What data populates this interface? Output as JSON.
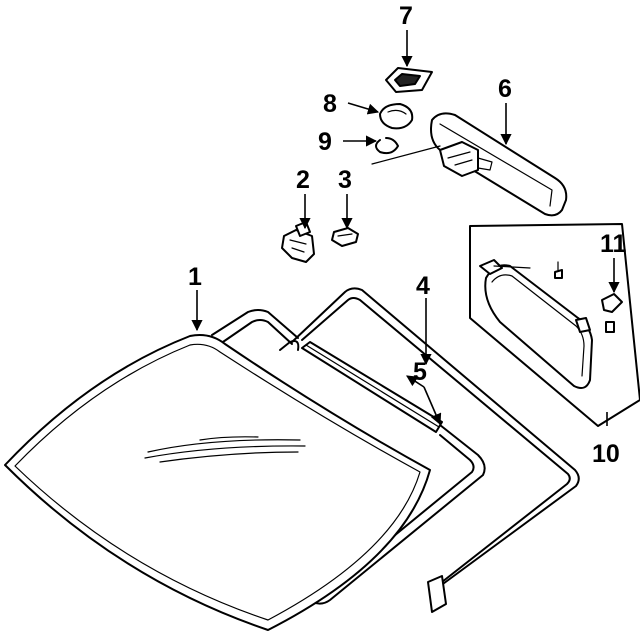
{
  "diagram": {
    "callouts": [
      {
        "id": "1",
        "text": "1",
        "part": "windshield glass"
      },
      {
        "id": "2",
        "text": "2",
        "part": "mirror bracket"
      },
      {
        "id": "3",
        "text": "3",
        "part": "mirror clip"
      },
      {
        "id": "4",
        "text": "4",
        "part": "outer molding"
      },
      {
        "id": "5",
        "text": "5",
        "part": "side moldings"
      },
      {
        "id": "6",
        "text": "6",
        "part": "rear view mirror"
      },
      {
        "id": "7",
        "text": "7",
        "part": "mirror cover"
      },
      {
        "id": "8",
        "text": "8",
        "part": "mirror cap"
      },
      {
        "id": "9",
        "text": "9",
        "part": "retaining clip"
      },
      {
        "id": "10",
        "text": "10",
        "part": "sun visor assembly"
      },
      {
        "id": "11",
        "text": "11",
        "part": "visor clip"
      }
    ],
    "colors": {
      "line": "#000000",
      "background": "#ffffff"
    }
  }
}
